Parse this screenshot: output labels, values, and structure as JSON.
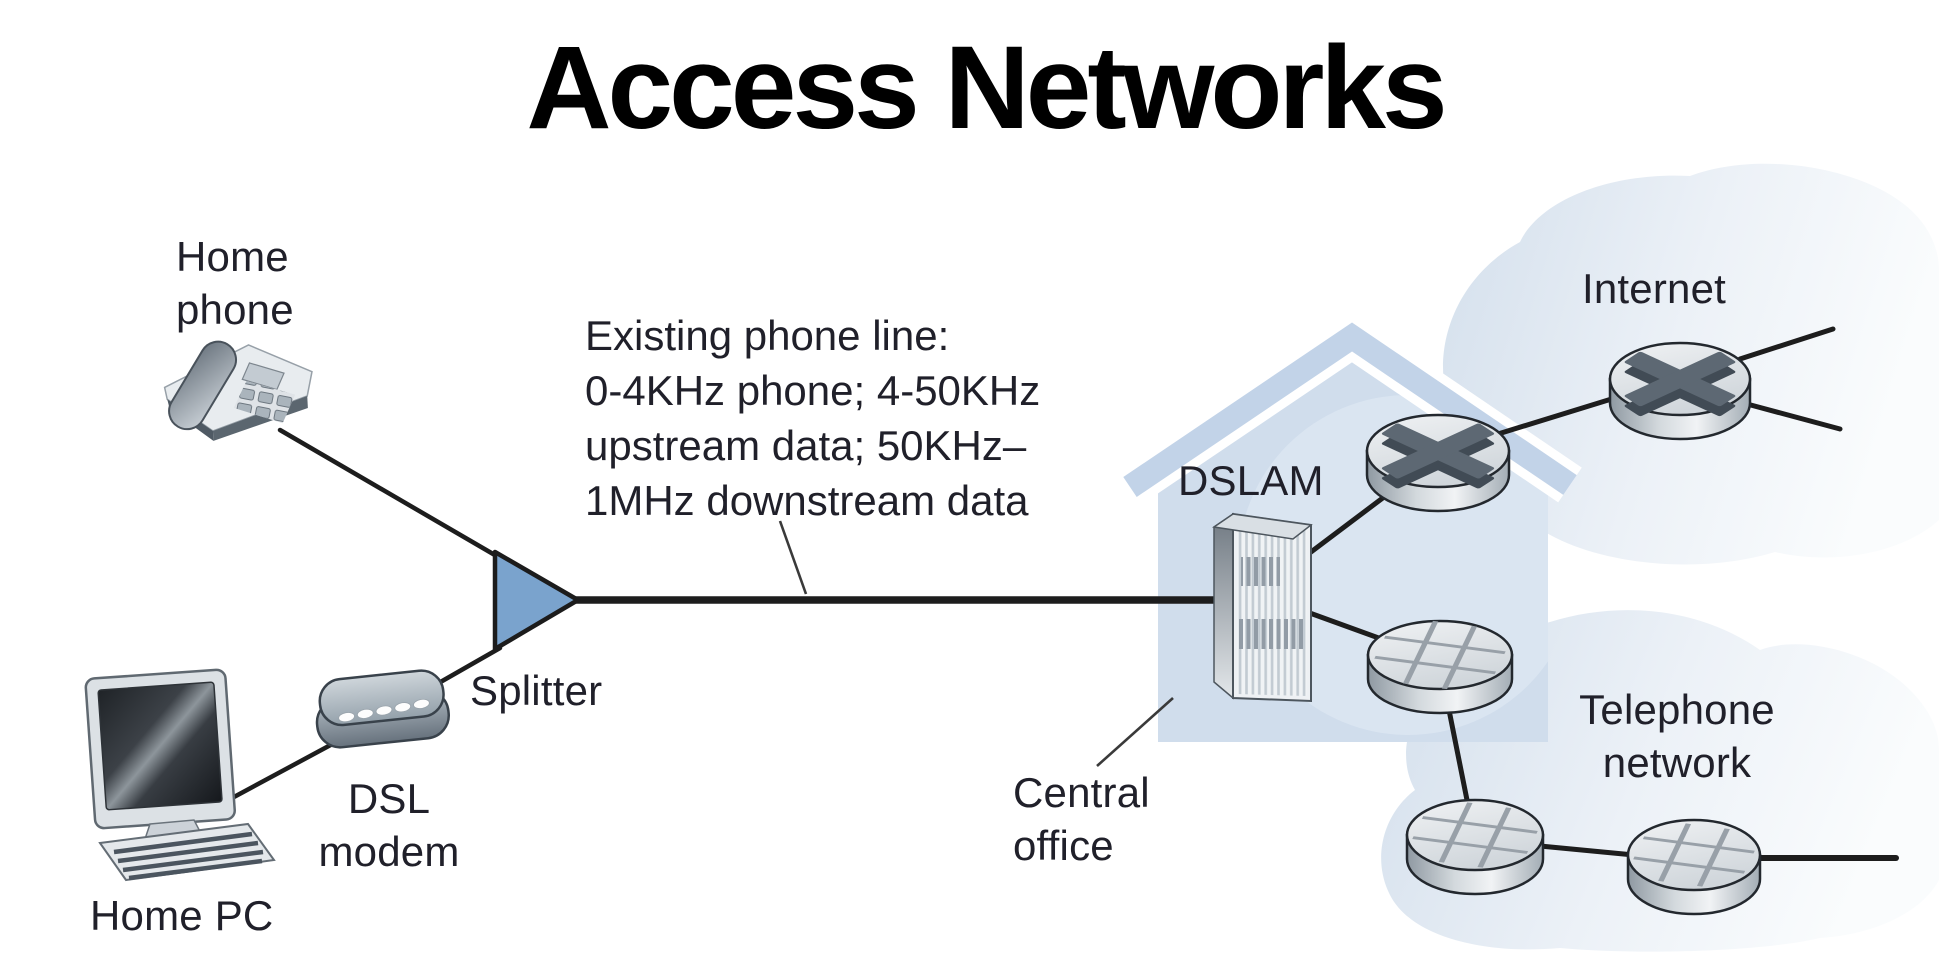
{
  "title": "Access Networks",
  "labels": {
    "home_phone": [
      "Home",
      "phone"
    ],
    "home_pc": "Home PC",
    "dsl_modem": [
      "DSL",
      "modem"
    ],
    "splitter": "Splitter",
    "phone_line_annotation": [
      "Existing phone line:",
      "0-4KHz phone; 4-50KHz",
      "upstream data; 50KHz–",
      "1MHz downstream data"
    ],
    "dslam": "DSLAM",
    "central_office": [
      "Central",
      "office"
    ],
    "internet": "Internet",
    "telephone_network": [
      "Telephone",
      "network"
    ]
  },
  "icons": {
    "home-phone-icon": "desk telephone",
    "home-pc-icon": "desktop computer with keyboard",
    "dsl-modem-icon": "dsl modem with led row",
    "splitter-icon": "blue triangle splitter",
    "dslam-icon": "dslam equipment rack",
    "router-icon": "cylinder with X arms (router)",
    "telephone-switch-icon": "cylinder with grid (circuit switch)",
    "central-office-house-icon": "house silhouette",
    "internet-cloud-icon": "network cloud blob",
    "telephone-cloud-icon": "network cloud blob"
  },
  "colors": {
    "title_ink": "#000000",
    "label_ink": "#20202a",
    "line_black": "#1d1d1d",
    "splitter_blue": "#7aa3cd",
    "house_blue": "#d0ddec",
    "roof_band_blue": "#c2d3e8",
    "cloud_blue": "#d5e0ec",
    "device_gray": "#d3d9dd",
    "router_arm_gray": "#5d6873"
  }
}
